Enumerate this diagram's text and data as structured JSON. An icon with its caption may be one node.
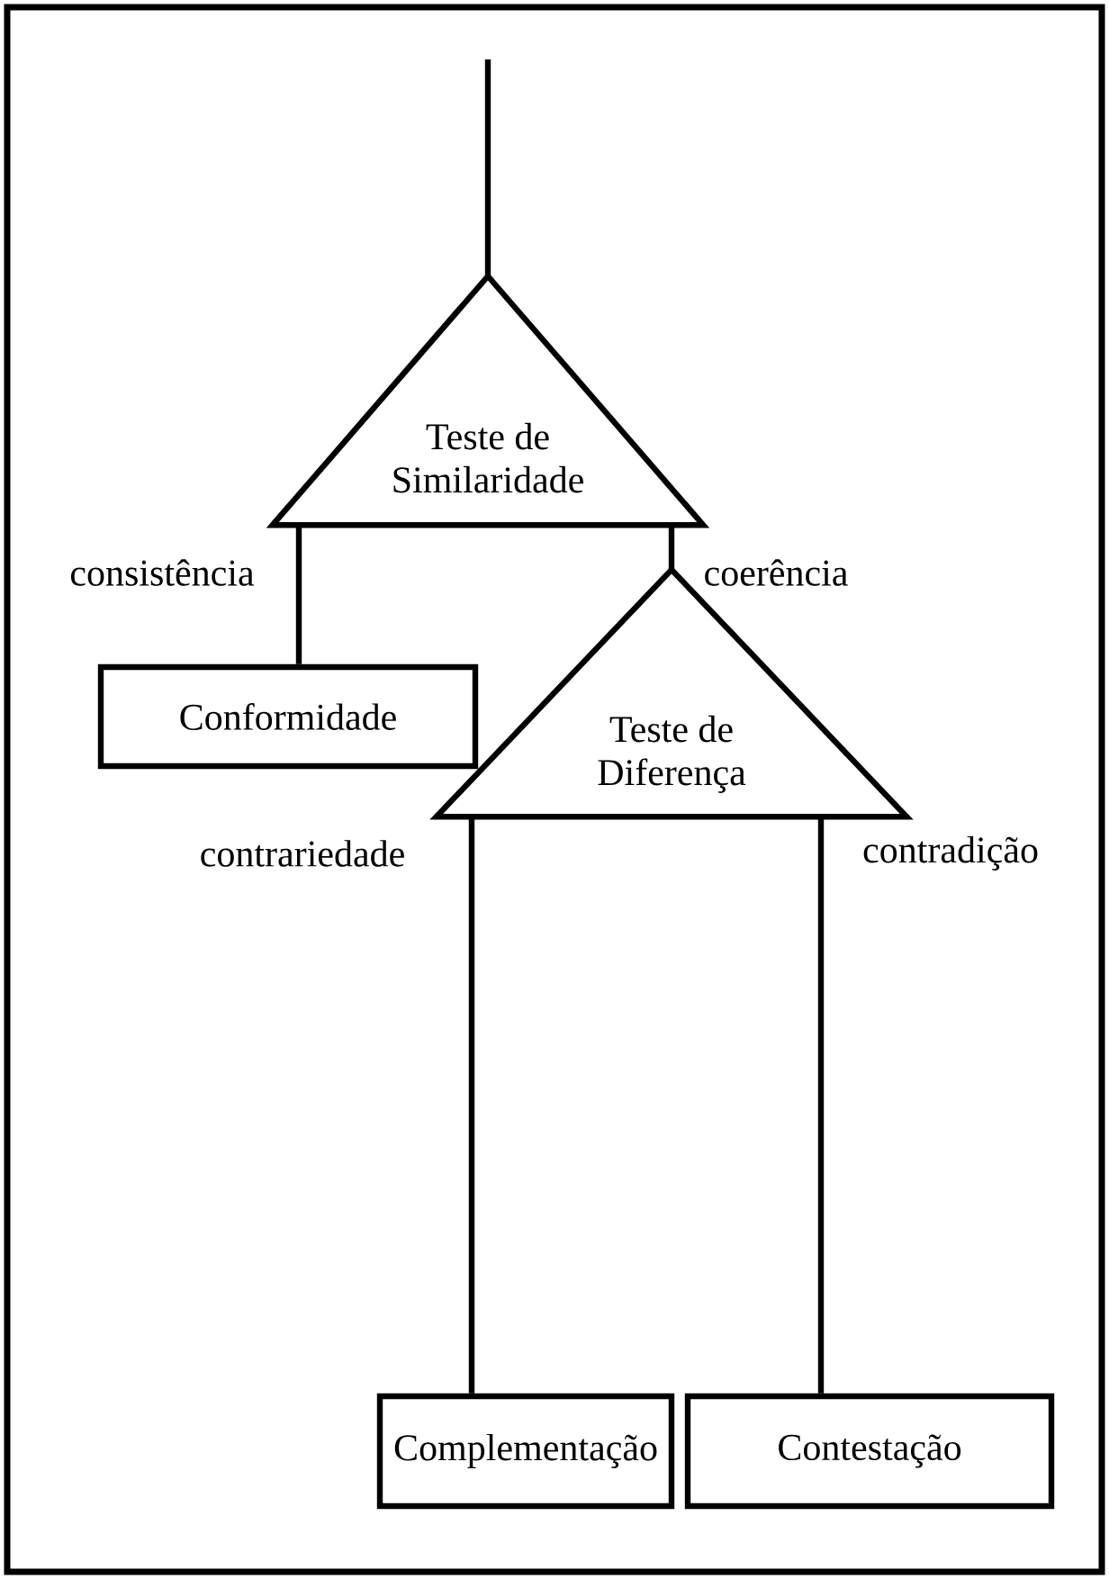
{
  "diagram": {
    "nodes": [
      {
        "text": [
          "Teste de Similaridade"
        ]
      },
      {
        "text": [
          "Conformidade"
        ]
      },
      {
        "text": [
          "Teste de Diferença"
        ]
      },
      {
        "text": [
          "Complementação"
        ]
      },
      {
        "text": [
          "Contestação"
        ]
      }
    ],
    "edges": [
      {
        "from": null,
        "to": 0,
        "arrow": "none"
      },
      {
        "from": 0,
        "to": 1,
        "arrow": "none",
        "label": "consistência"
      },
      {
        "from": 0,
        "to": 2,
        "arrow": "none",
        "label": "coerência"
      },
      {
        "from": 2,
        "to": 3,
        "arrow": "none",
        "label": "contrariedade"
      },
      {
        "from": 2,
        "to": 4,
        "arrow": "none",
        "label": "contradição"
      }
    ]
  }
}
